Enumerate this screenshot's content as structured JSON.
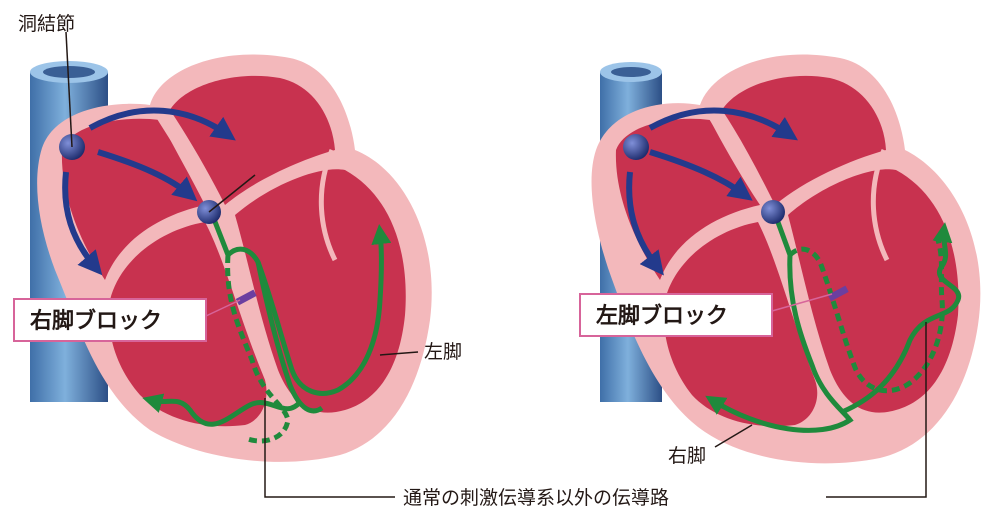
{
  "labels": {
    "sinus_node": "洞結節",
    "rbbb": "右脚ブロック",
    "lbbb": "左脚ブロック",
    "left_bundle": "左脚",
    "right_bundle": "右脚",
    "alt_pathway": "通常の刺激伝導系以外の伝導路"
  },
  "colors": {
    "myocardium": "#c8324f",
    "pericardium": "#f3b8bb",
    "vessel": "#5f93c6",
    "conduction": "#1f8a3c",
    "arrow": "#233a8c",
    "block_mark": "#6b3fa0",
    "callout_border": "#d7649a"
  },
  "icons": [
    "sinus-node-icon",
    "av-node-icon",
    "conduction-arrow-icon",
    "block-mark-icon"
  ]
}
